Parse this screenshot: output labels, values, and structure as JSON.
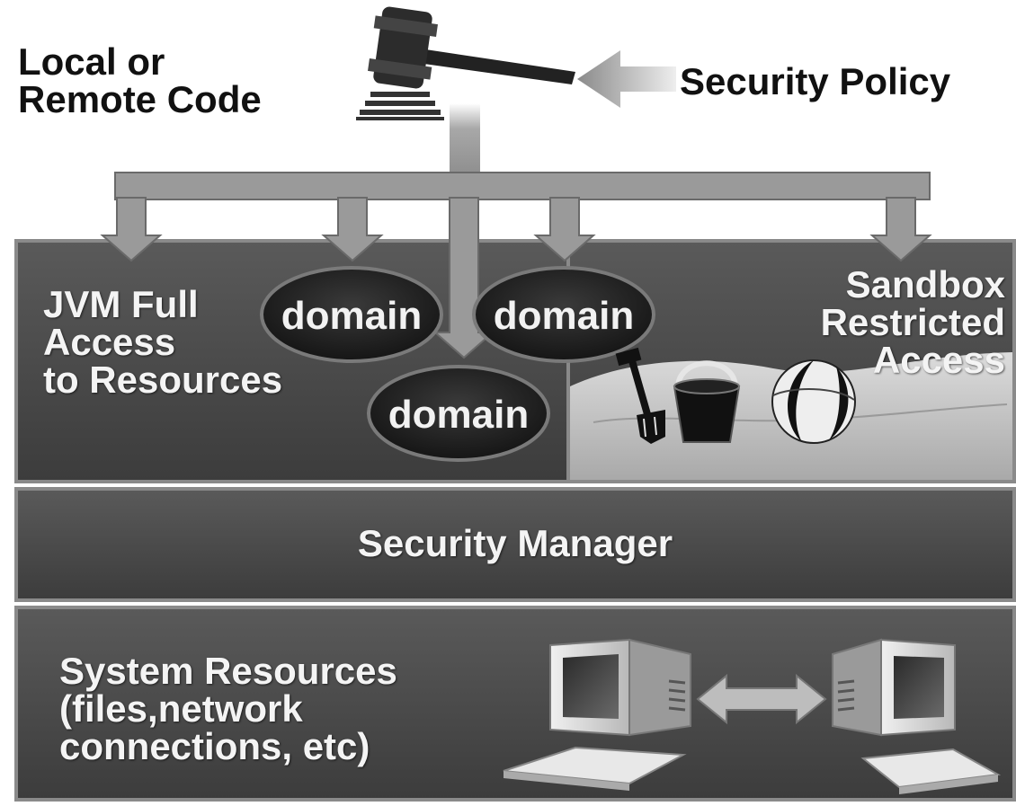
{
  "code_source": {
    "line1": "Local or",
    "line2": "Remote Code"
  },
  "policy": {
    "label": "Security Policy"
  },
  "jvm": {
    "line1": "JVM Full",
    "line2": "Access",
    "line3": "to Resources"
  },
  "domains": [
    "domain",
    "domain",
    "domain"
  ],
  "sandbox": {
    "line1": "Sandbox",
    "line2": "Restricted",
    "line3": "Access"
  },
  "security_manager": {
    "label": "Security Manager"
  },
  "system_resources": {
    "line1": "System Resources",
    "line2": "(files,network",
    "line3": "connections, etc)"
  },
  "colors": {
    "panel": "#4a4a4a",
    "panel_edge": "#8a8a8a",
    "arrow": "#9a9a9a",
    "oval": "#1e1e1e",
    "sand": "#c8c8c8"
  }
}
